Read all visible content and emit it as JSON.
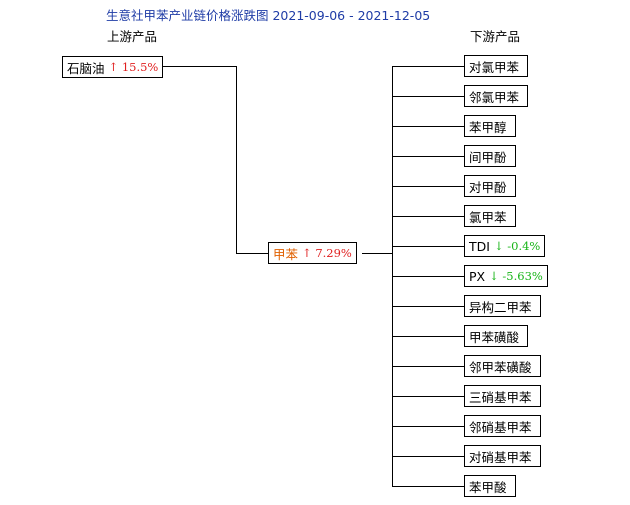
{
  "title": "生意社甲苯产业链价格涨跌图 2021-09-06 - 2021-12-05",
  "upstream_label": "上游产品",
  "downstream_label": "下游产品",
  "colors": {
    "title": "#1f3ca6",
    "up": "#e02020",
    "down": "#18b418",
    "main": "#e06000"
  },
  "upstream": [
    {
      "name": "石脑油",
      "arrow": "↑",
      "change": "15.5%",
      "direction": "up"
    }
  ],
  "main": {
    "name": "甲苯",
    "arrow": "↑",
    "change": "7.29%",
    "direction": "up"
  },
  "downstream": [
    {
      "name": "对氯甲苯"
    },
    {
      "name": "邻氯甲苯"
    },
    {
      "name": "苯甲醇"
    },
    {
      "name": "间甲酚"
    },
    {
      "name": "对甲酚"
    },
    {
      "name": "氯甲苯"
    },
    {
      "name": "TDI",
      "arrow": "↓",
      "change": "-0.4%",
      "direction": "down"
    },
    {
      "name": "PX",
      "arrow": "↓",
      "change": "-5.63%",
      "direction": "down"
    },
    {
      "name": "异构二甲苯"
    },
    {
      "name": "甲苯磺酸"
    },
    {
      "name": "邻甲苯磺酸"
    },
    {
      "name": "三硝基甲苯"
    },
    {
      "name": "邻硝基甲苯"
    },
    {
      "name": "对硝基甲苯"
    },
    {
      "name": "苯甲酸"
    }
  ]
}
